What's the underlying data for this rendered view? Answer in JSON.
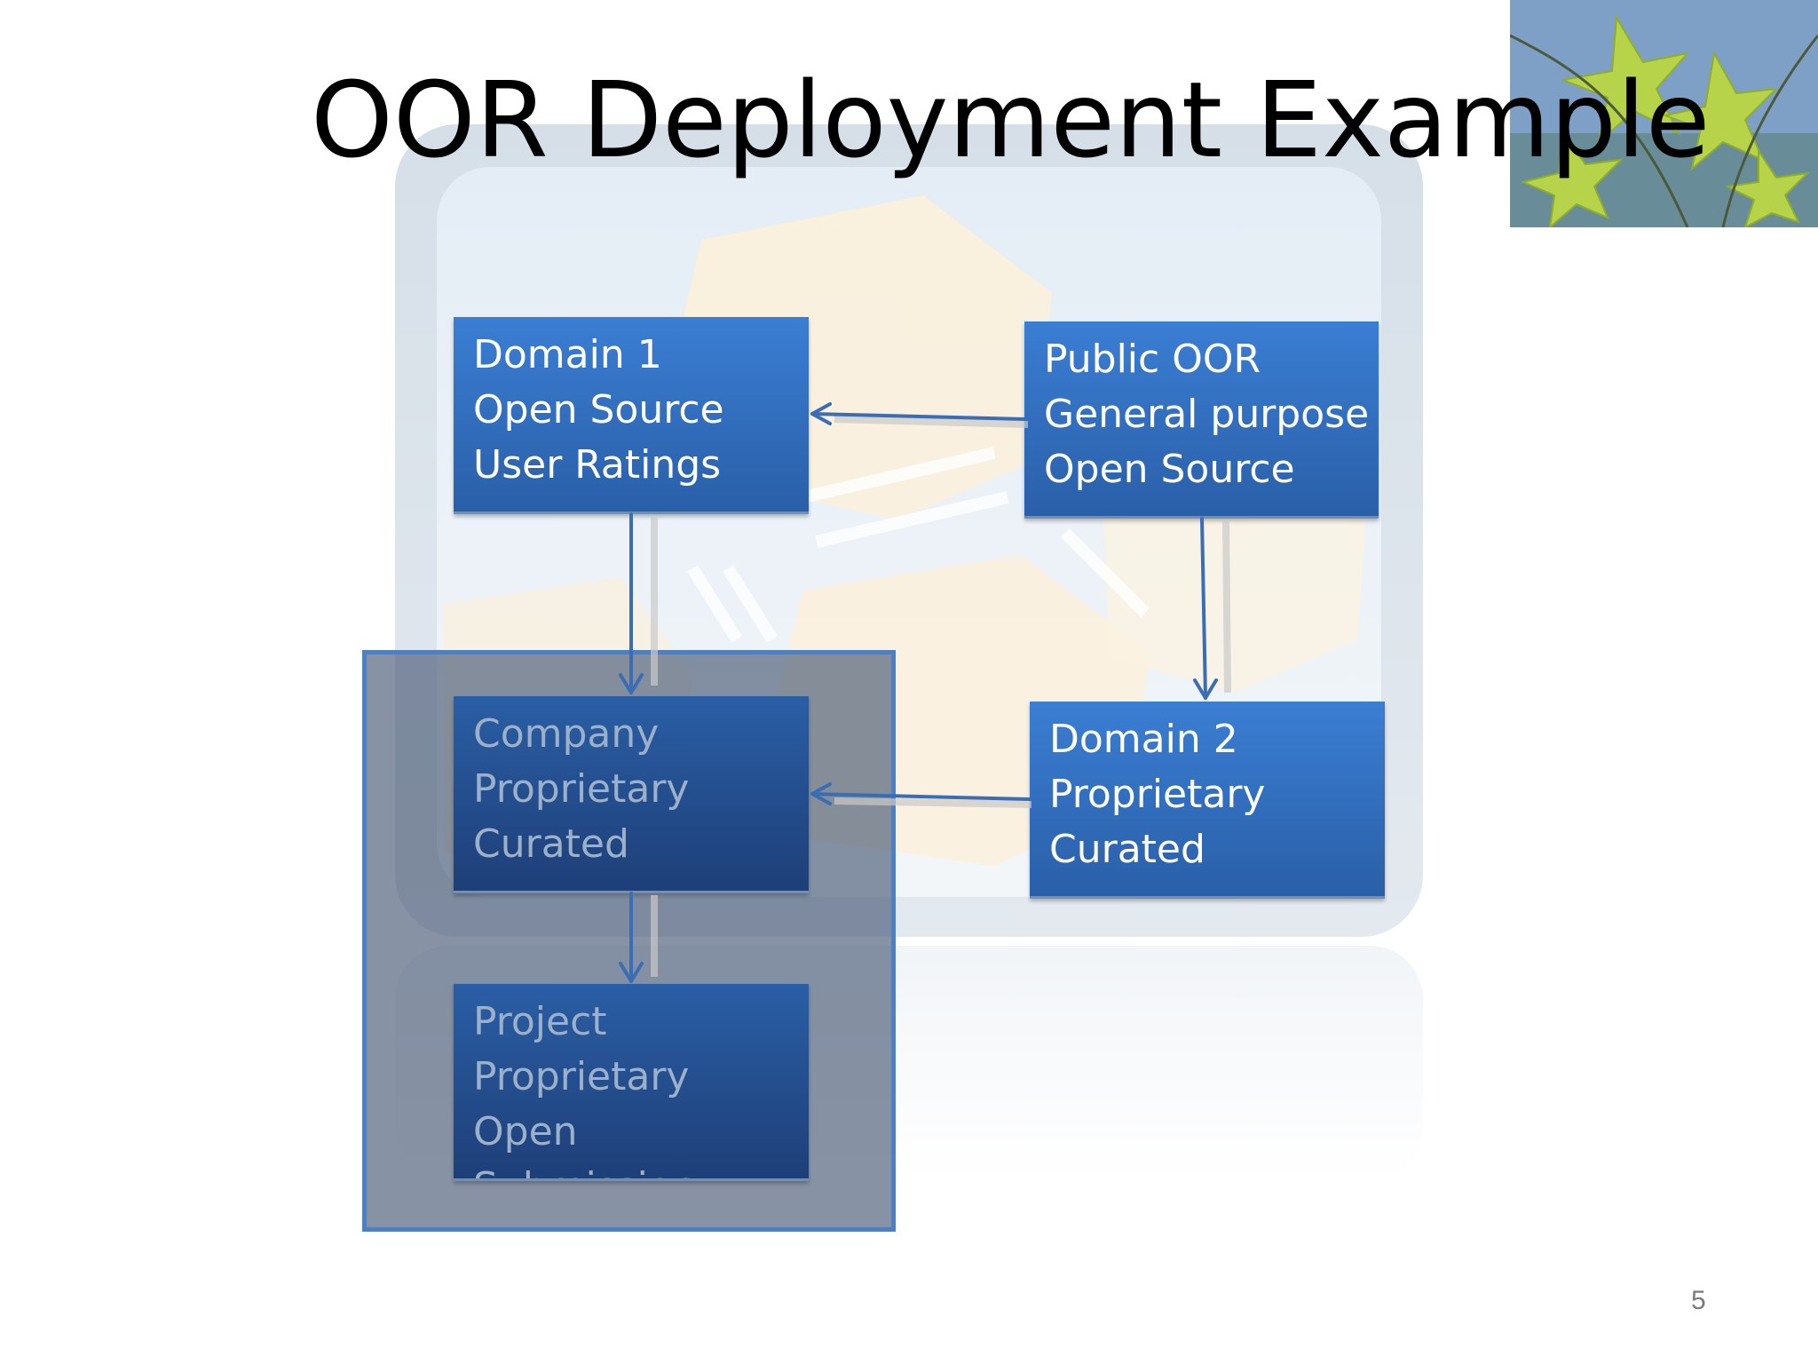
{
  "slide": {
    "title": "OOR Deployment Example",
    "page_number": "5"
  },
  "boxes": {
    "domain1": {
      "line1": "Domain 1",
      "line2": "Open Source",
      "line3": "User Ratings"
    },
    "public_oor": {
      "line1": "Public OOR",
      "line2": "General purpose",
      "line3": "Open Source"
    },
    "company": {
      "line1": "Company",
      "line2": "Proprietary",
      "line3": "Curated"
    },
    "domain2": {
      "line1": "Domain 2",
      "line2": "Proprietary",
      "line3": "Curated"
    },
    "project": {
      "line1": "Project",
      "line2": "Proprietary",
      "line3": "Open",
      "line4": "Submission"
    }
  },
  "colors": {
    "box_blue": "#3a7ed3",
    "arrow_blue": "#3b6db5",
    "overlay": "#465873"
  },
  "icons": {
    "photo": "green-leaves-photo",
    "background": "faded-beehive-artwork"
  }
}
